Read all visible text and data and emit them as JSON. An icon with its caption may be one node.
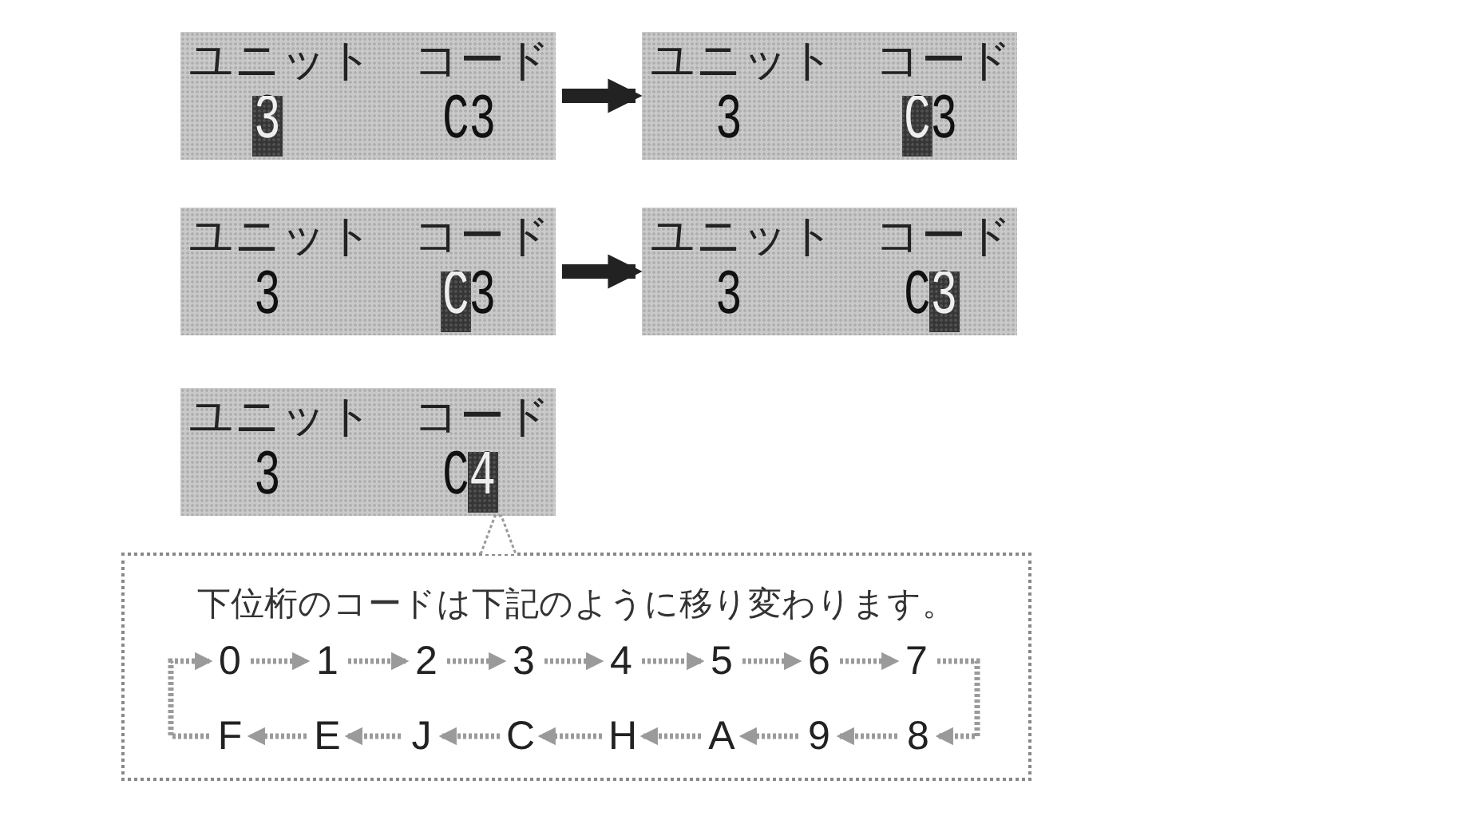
{
  "diagram": {
    "nodes": [
      {
        "text": [
          "ユニット",
          "コード",
          "3",
          "C3"
        ]
      },
      {
        "text": [
          "ユニット",
          "コード",
          "3",
          "C3"
        ]
      },
      {
        "text": [
          "ユニット",
          "コード",
          "3",
          "C3"
        ]
      },
      {
        "text": [
          "ユニット",
          "コード",
          "3",
          "C3"
        ]
      },
      {
        "text": [
          "ユニット",
          "コード",
          "3",
          "C4"
        ]
      },
      {
        "text": [
          "下位桁のコードは下記のように移り変わります。"
        ]
      },
      {
        "text": [
          "0"
        ],
        "in": 5
      },
      {
        "text": [
          "1"
        ],
        "in": 5
      },
      {
        "text": [
          "2"
        ],
        "in": 5
      },
      {
        "text": [
          "3"
        ],
        "in": 5
      },
      {
        "text": [
          "4"
        ],
        "in": 5
      },
      {
        "text": [
          "5"
        ],
        "in": 5
      },
      {
        "text": [
          "6"
        ],
        "in": 5
      },
      {
        "text": [
          "7"
        ],
        "in": 5
      },
      {
        "text": [
          "F"
        ],
        "in": 5
      },
      {
        "text": [
          "E"
        ],
        "in": 5
      },
      {
        "text": [
          "J"
        ],
        "in": 5
      },
      {
        "text": [
          "C"
        ],
        "in": 5
      },
      {
        "text": [
          "H"
        ],
        "in": 5
      },
      {
        "text": [
          "A"
        ],
        "in": 5
      },
      {
        "text": [
          "9"
        ],
        "in": 5
      },
      {
        "text": [
          "8"
        ],
        "in": 5
      }
    ],
    "edges": [
      {
        "from": 0,
        "to": 1,
        "arrow": "to",
        "style": "thick",
        "color": "#222222"
      },
      {
        "from": 2,
        "to": 3,
        "arrow": "to",
        "style": "thick",
        "color": "#222222"
      },
      {
        "from": 5,
        "to": 4,
        "arrow": "none",
        "style": "dashed"
      },
      {
        "from": 6,
        "to": 7,
        "arrow": "to",
        "style": "dashed"
      },
      {
        "from": 7,
        "to": 8,
        "arrow": "to",
        "style": "dashed"
      },
      {
        "from": 8,
        "to": 9,
        "arrow": "to",
        "style": "dashed"
      },
      {
        "from": 9,
        "to": 10,
        "arrow": "to",
        "style": "dashed"
      },
      {
        "from": 10,
        "to": 11,
        "arrow": "to",
        "style": "dashed"
      },
      {
        "from": 11,
        "to": 12,
        "arrow": "to",
        "style": "dashed"
      },
      {
        "from": 12,
        "to": 13,
        "arrow": "to",
        "style": "dashed"
      },
      {
        "from": 13,
        "to": 21,
        "arrow": "to",
        "style": "dashed"
      },
      {
        "from": 21,
        "to": 20,
        "arrow": "to",
        "style": "dashed"
      },
      {
        "from": 20,
        "to": 19,
        "arrow": "to",
        "style": "dashed"
      },
      {
        "from": 19,
        "to": 18,
        "arrow": "to",
        "style": "dashed"
      },
      {
        "from": 18,
        "to": 17,
        "arrow": "to",
        "style": "dashed"
      },
      {
        "from": 17,
        "to": 16,
        "arrow": "to",
        "style": "dashed"
      },
      {
        "from": 16,
        "to": 15,
        "arrow": "to",
        "style": "dashed"
      },
      {
        "from": 15,
        "to": 14,
        "arrow": "to",
        "style": "dashed"
      },
      {
        "from": 14,
        "to": 6,
        "arrow": "to",
        "style": "dashed"
      }
    ]
  }
}
